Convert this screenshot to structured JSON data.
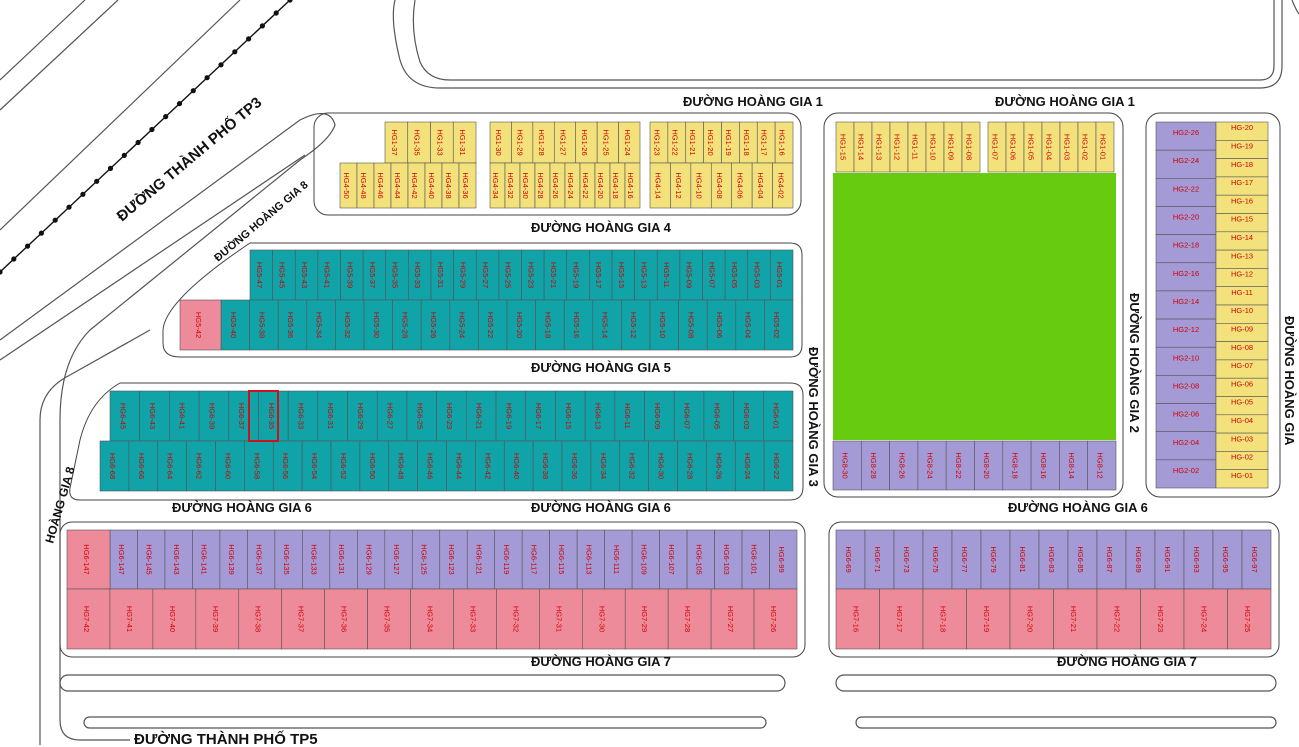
{
  "roads": {
    "hg1_left": "ĐƯỜNG HOÀNG GIA 1",
    "hg1_right": "ĐƯỜNG HOÀNG GIA 1",
    "hg4": "ĐƯỜNG HOÀNG GIA 4",
    "hg5": "ĐƯỜNG HOÀNG GIA 5",
    "hg6_left": "ĐƯỜNG HOÀNG GIA 6",
    "hg6_mid": "ĐƯỜNG HOÀNG GIA 6",
    "hg6_right": "ĐƯỜNG HOÀNG GIA 6",
    "hg7_mid": "ĐƯỜNG HOÀNG GIA 7",
    "hg7_right": "ĐƯỜNG HOÀNG GIA 7",
    "hg8_upper": "ĐƯỜNG HOÀNG GIA 8",
    "hg8_lower": "HOÀNG GIA 8",
    "hg3": "ĐƯỜNG HOÀNG GIA 3",
    "hg2": "ĐƯỜNG HOÀNG GIA 2",
    "hg_far_right": "ĐƯỜNG HOÀNG GIA",
    "tp3": "ĐƯỜNG THÀNH PHỐ TP3",
    "tp5": "ĐƯỜNG THÀNH PHỐ TP5"
  },
  "colors": {
    "yellow": "#f3e27c",
    "teal": "#10a3a8",
    "pink": "#ee8b9a",
    "lavender": "#a49ad6",
    "park": "#67cc10",
    "selected": "#d0101d"
  },
  "lots": {
    "hg3_right_col": [
      "HG-20",
      "HG-19",
      "HG-18",
      "HG-17",
      "HG-16",
      "HG-15",
      "HG-14",
      "HG-13",
      "HG-12",
      "HG-11",
      "HG-10",
      "HG-09",
      "HG-08",
      "HG-07",
      "HG-06",
      "HG-05",
      "HG-04",
      "HG-03",
      "HG-02",
      "HG-01"
    ],
    "hg2_left_col": [
      "HG2-26",
      "HG2-24",
      "HG2-22",
      "HG2-20",
      "HG2-18",
      "HG2-16",
      "HG2-14",
      "HG2-12",
      "HG2-10",
      "HG2-08",
      "HG2-06",
      "HG2-04",
      "HG2-02"
    ],
    "hg1_top": [
      "HG1-15",
      "HG1-14",
      "HG1-13",
      "HG1-12",
      "HG1-11",
      "HG1-10",
      "HG1-09",
      "HG1-08",
      "HG1-07",
      "HG1-06",
      "HG1-05",
      "HG1-04",
      "HG1-03",
      "HG1-02",
      "HG1-01"
    ],
    "park_bottom": [
      "HG8-30",
      "HG8-28",
      "HG8-26",
      "HG8-24",
      "HG8-22",
      "HG8-20",
      "HG8-18",
      "HG8-16",
      "HG8-14",
      "HG8-12"
    ],
    "hg6_top_right": [
      "HG6-69",
      "HG6-71",
      "HG6-73",
      "HG6-75",
      "HG6-77",
      "HG6-79",
      "HG6-81",
      "HG6-83",
      "HG6-85",
      "HG6-87",
      "HG6-89",
      "HG6-91",
      "HG6-93",
      "HG6-95",
      "HG6-97"
    ],
    "hg7_bottom_right": [
      "HG7-16",
      "HG7-17",
      "HG7-18",
      "HG7-19",
      "HG7-20",
      "HG7-21",
      "HG7-22",
      "HG7-23",
      "HG7-24",
      "HG7-25"
    ],
    "hg6_top_left": [
      "HG6-147",
      "HG6-145",
      "HG6-143",
      "HG6-141",
      "HG6-139",
      "HG6-137",
      "HG6-135",
      "HG6-133",
      "HG6-131",
      "HG6-129",
      "HG6-127",
      "HG6-125",
      "HG6-123",
      "HG6-121",
      "HG6-119",
      "HG6-117",
      "HG6-115",
      "HG6-113",
      "HG6-111",
      "HG6-109",
      "HG6-107",
      "HG6-105",
      "HG6-103",
      "HG6-101",
      "HG6-99"
    ],
    "hg7_bottom_left": [
      "HG7-42",
      "HG7-41",
      "HG7-40",
      "HG7-39",
      "HG7-38",
      "HG7-37",
      "HG7-36",
      "HG7-35",
      "HG7-34",
      "HG7-33",
      "HG7-32",
      "HG7-31",
      "HG7-30",
      "HG7-29",
      "HG7-28",
      "HG7-27",
      "HG7-26"
    ],
    "hg5_top": [
      "HG5-47",
      "HG5-45",
      "HG5-43",
      "HG5-41",
      "HG5-39",
      "HG5-37",
      "HG5-35",
      "HG5-33",
      "HG5-31",
      "HG5-29",
      "HG5-27",
      "HG5-25",
      "HG5-23",
      "HG5-21",
      "HG5-19",
      "HG5-17",
      "HG5-15",
      "HG5-13",
      "HG5-11",
      "HG5-09",
      "HG5-07",
      "HG5-05",
      "HG5-03",
      "HG5-01"
    ],
    "hg5_bottom": [
      "HG5-40",
      "HG5-38",
      "HG5-36",
      "HG5-34",
      "HG5-32",
      "HG5-30",
      "HG5-28",
      "HG5-26",
      "HG5-24",
      "HG5-22",
      "HG5-20",
      "HG5-18",
      "HG5-16",
      "HG5-14",
      "HG5-12",
      "HG5-10",
      "HG5-08",
      "HG5-06",
      "HG5-04",
      "HG5-02"
    ],
    "hg5_corner": "HG5-42",
    "hg6_mid_top": [
      "HG6-45",
      "HG6-43",
      "HG6-41",
      "HG6-39",
      "HG6-37",
      "HG6-35",
      "HG6-33",
      "HG6-31",
      "HG6-29",
      "HG6-27",
      "HG6-25",
      "HG6-23",
      "HG6-21",
      "HG6-19",
      "HG6-17",
      "HG6-15",
      "HG6-13",
      "HG6-11",
      "HG6-09",
      "HG6-07",
      "HG6-05",
      "HG6-03",
      "HG6-01"
    ],
    "hg6_mid_bottom": [
      "HG6-68",
      "HG6-66",
      "HG6-64",
      "HG6-62",
      "HG6-60",
      "HG6-58",
      "HG6-56",
      "HG6-54",
      "HG6-52",
      "HG6-50",
      "HG6-48",
      "HG6-46",
      "HG6-44",
      "HG6-42",
      "HG6-40",
      "HG6-38",
      "HG6-36",
      "HG6-34",
      "HG6-32",
      "HG6-30",
      "HG6-28",
      "HG6-26",
      "HG6-24",
      "HG6-22"
    ],
    "hg6_mid_selected": "HG6-37",
    "hg4_top_a": [
      "HG1-37",
      "HG1-35",
      "HG1-33",
      "HG1-31"
    ],
    "hg4_top_b": [
      "HG1-30",
      "HG1-29",
      "HG1-28",
      "HG1-27",
      "HG1-26",
      "HG1-25",
      "HG1-24"
    ],
    "hg4_top_c": [
      "HG1-23",
      "HG1-22",
      "HG1-21",
      "HG1-20",
      "HG1-19",
      "HG1-18",
      "HG1-17",
      "HG1-16"
    ],
    "hg4_bottom_a": [
      "HG4-50",
      "HG4-48",
      "HG4-46",
      "HG4-44",
      "HG4-42",
      "HG4-40",
      "HG4-38",
      "HG4-36"
    ],
    "hg4_bottom_b": [
      "HG4-34",
      "HG4-32",
      "HG4-30",
      "HG4-28",
      "HG4-26",
      "HG4-24",
      "HG4-22",
      "HG4-20",
      "HG4-18",
      "HG4-16"
    ],
    "hg4_bottom_c": [
      "HG4-14",
      "HG4-12",
      "HG4-10",
      "HG4-08",
      "HG4-06",
      "HG4-04",
      "HG4-02"
    ]
  }
}
